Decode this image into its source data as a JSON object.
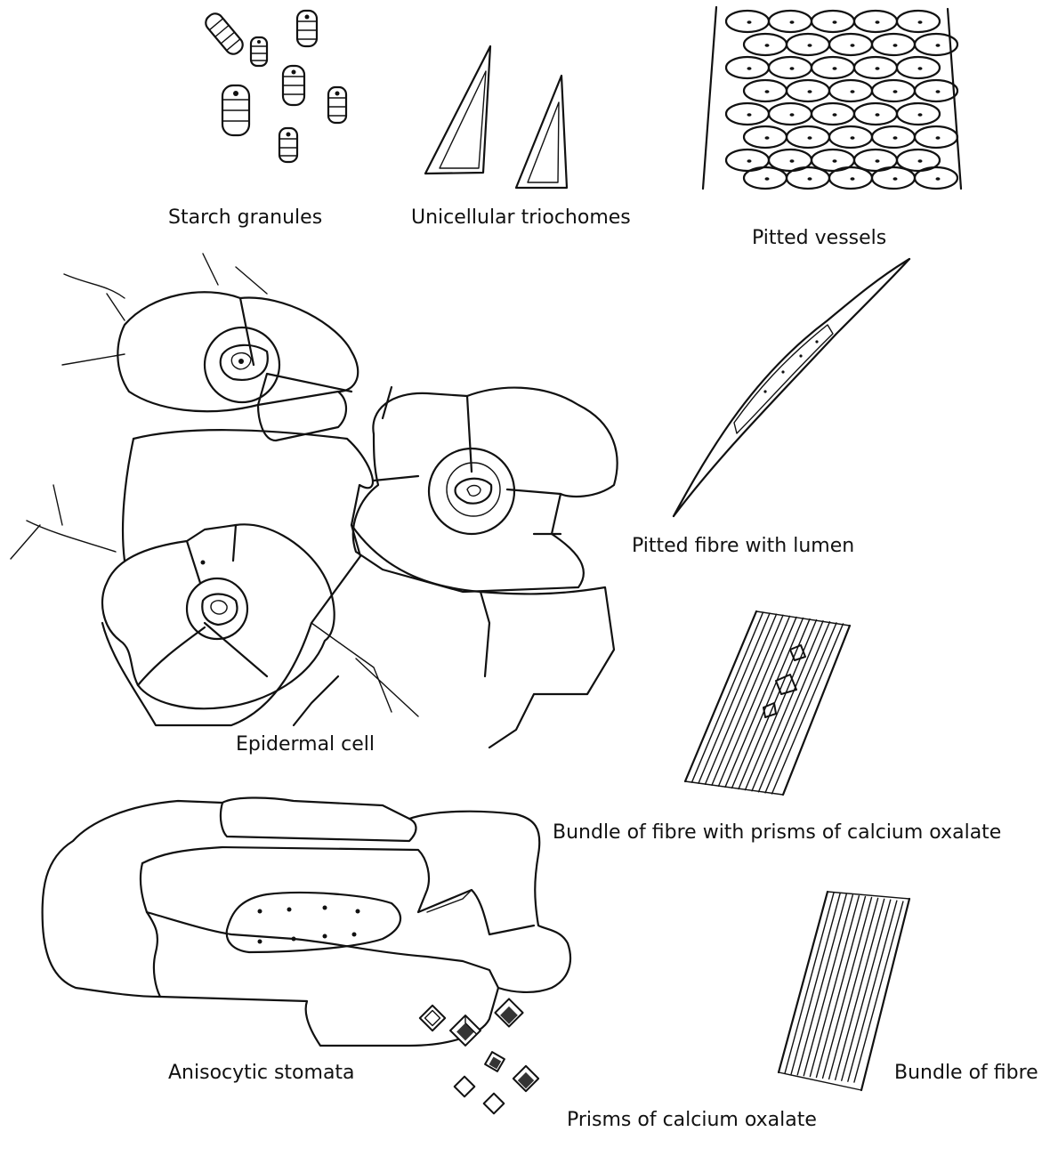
{
  "labels": {
    "starch": "Starch granules",
    "trichomes": "Unicellular triochomes",
    "vessels": "Pitted vessels",
    "epidermal": "Epidermal cell",
    "fibre_lumen": "Pitted fibre with lumen",
    "bundle_prisms": "Bundle of fibre with prisms of calcium oxalate",
    "stomata": "Anisocytic stomata",
    "bundle": "Bundle of fibre",
    "prisms": "Prisms of calcium oxalate"
  },
  "colors": {
    "ink": "#111111",
    "paper": "#ffffff"
  }
}
